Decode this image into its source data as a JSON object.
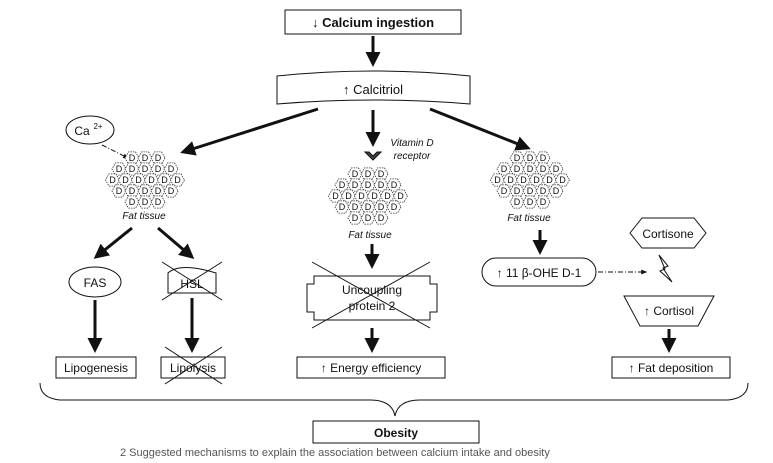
{
  "nodes": {
    "calcium_ingestion": "↓ Calcium ingestion",
    "calcitriol": "↑ Calcitriol",
    "ca2": "Ca",
    "ca2_sup": "2+",
    "vitamin_d_receptor_line1": "Vitamin D",
    "vitamin_d_receptor_line2": "receptor",
    "fat_tissue_left": "Fat tissue",
    "fat_tissue_center": "Fat tissue",
    "fat_tissue_right": "Fat tissue",
    "fat_cell_letter": "D",
    "fas": "FAS",
    "hsl": "HSL",
    "uncoupling_line1": "Uncoupling",
    "uncoupling_line2": "protein 2",
    "ohe": "↑ 11 β-OHE D-1",
    "cortisone": "Cortisone",
    "cortisol": "↑ Cortisol",
    "lipogenesis": "Lipogenesis",
    "lipolysis": "Lipolysis",
    "energy_efficiency": "↑ Energy efficiency",
    "fat_deposition": "↑ Fat deposition",
    "obesity": "Obesity"
  },
  "caption": "  2   Suggested mechanisms to explain the association between calcium intake and obesity"
}
